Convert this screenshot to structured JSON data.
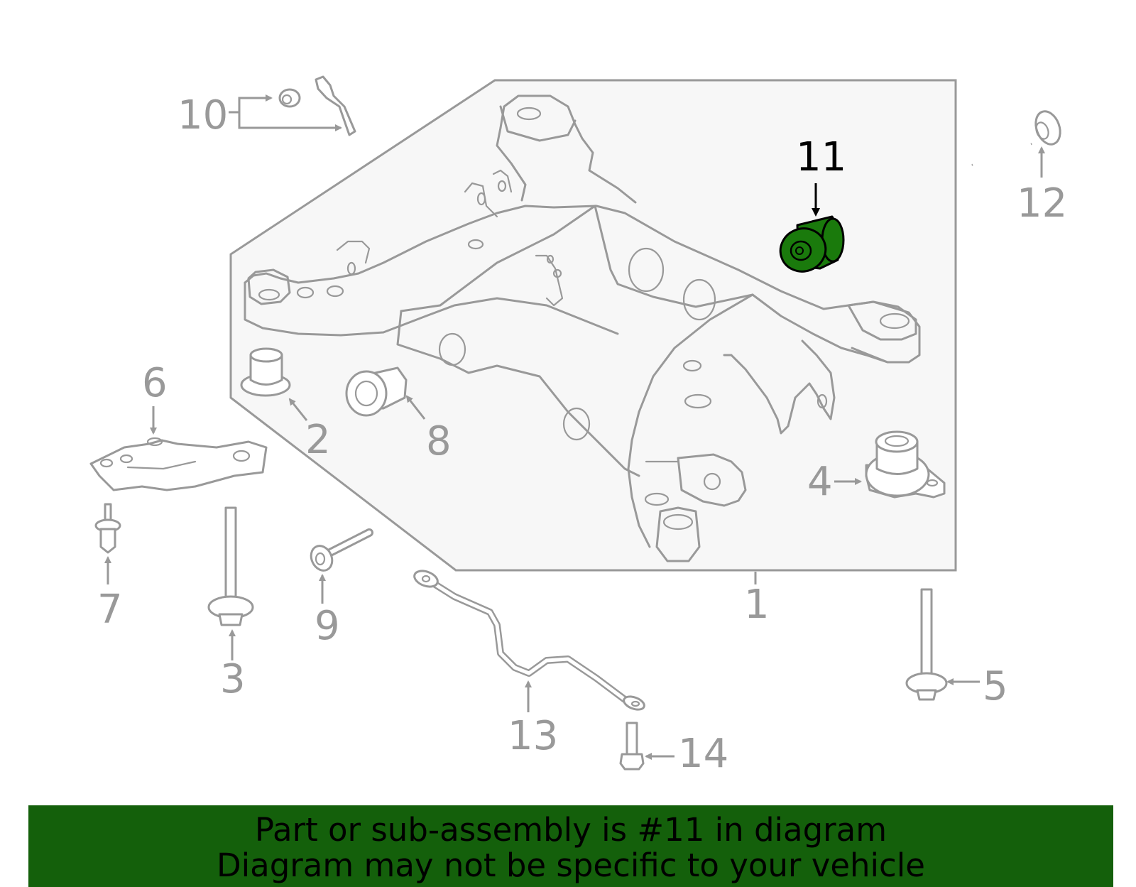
{
  "diagram": {
    "highlighted_part": "11",
    "highlight_color": "#1a7a0c",
    "line_color": "#999999",
    "panel_fill": "#f7f7f7",
    "callouts": {
      "c1": "1",
      "c2": "2",
      "c3": "3",
      "c4": "4",
      "c5": "5",
      "c6": "6",
      "c7": "7",
      "c8": "8",
      "c9": "9",
      "c10": "10",
      "c11": "11",
      "c12": "12",
      "c13": "13",
      "c14": "14"
    }
  },
  "banner": {
    "line1": "Part or sub-assembly is #11 in diagram",
    "line2": "Diagram may not be specific to your vehicle",
    "background": "#14600b"
  }
}
